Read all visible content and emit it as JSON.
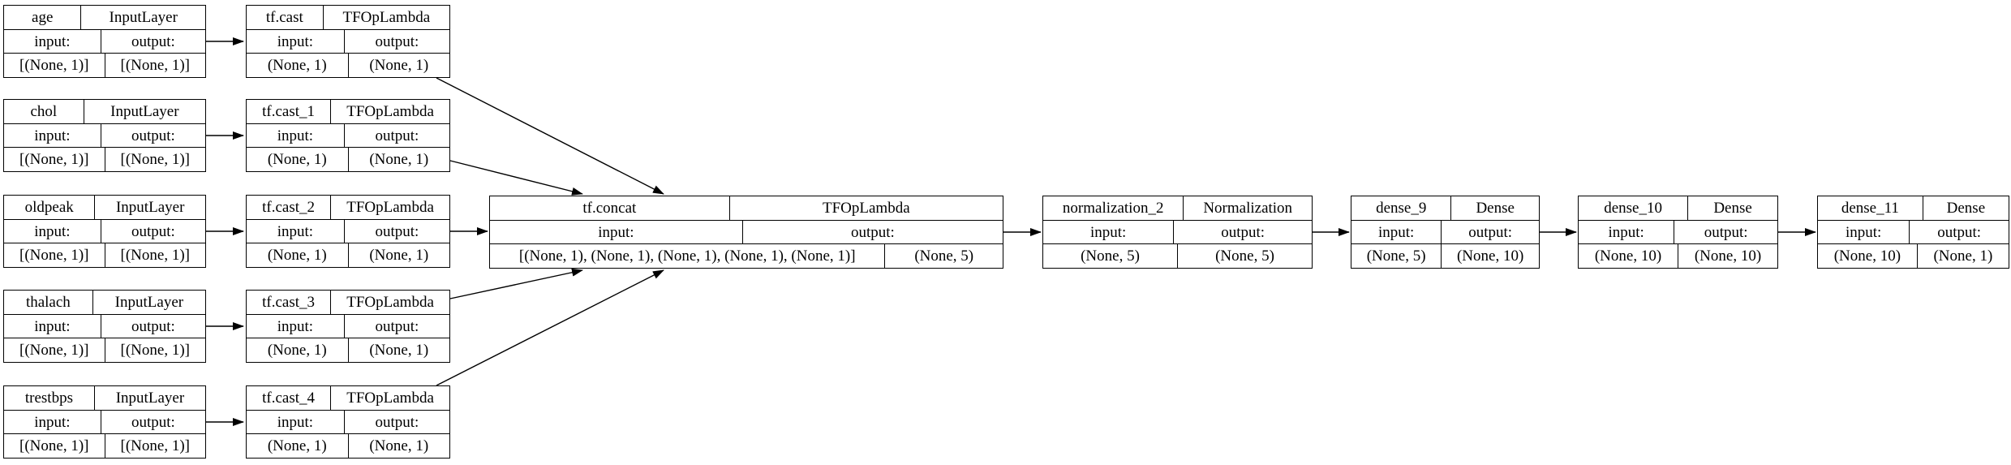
{
  "labels": {
    "input": "input:",
    "output": "output:"
  },
  "nodes": [
    {
      "name": "age",
      "type": "InputLayer",
      "input_shape": "[(None, 1)]",
      "output_shape": "[(None, 1)]"
    },
    {
      "name": "tf.cast",
      "type": "TFOpLambda",
      "input_shape": "(None, 1)",
      "output_shape": "(None, 1)"
    },
    {
      "name": "chol",
      "type": "InputLayer",
      "input_shape": "[(None, 1)]",
      "output_shape": "[(None, 1)]"
    },
    {
      "name": "tf.cast_1",
      "type": "TFOpLambda",
      "input_shape": "(None, 1)",
      "output_shape": "(None, 1)"
    },
    {
      "name": "oldpeak",
      "type": "InputLayer",
      "input_shape": "[(None, 1)]",
      "output_shape": "[(None, 1)]"
    },
    {
      "name": "tf.cast_2",
      "type": "TFOpLambda",
      "input_shape": "(None, 1)",
      "output_shape": "(None, 1)"
    },
    {
      "name": "thalach",
      "type": "InputLayer",
      "input_shape": "[(None, 1)]",
      "output_shape": "[(None, 1)]"
    },
    {
      "name": "tf.cast_3",
      "type": "TFOpLambda",
      "input_shape": "(None, 1)",
      "output_shape": "(None, 1)"
    },
    {
      "name": "trestbps",
      "type": "InputLayer",
      "input_shape": "[(None, 1)]",
      "output_shape": "[(None, 1)]"
    },
    {
      "name": "tf.cast_4",
      "type": "TFOpLambda",
      "input_shape": "(None, 1)",
      "output_shape": "(None, 1)"
    },
    {
      "name": "tf.concat",
      "type": "TFOpLambda",
      "input_shape": "[(None, 1), (None, 1), (None, 1), (None, 1), (None, 1)]",
      "output_shape": "(None, 5)"
    },
    {
      "name": "normalization_2",
      "type": "Normalization",
      "input_shape": "(None, 5)",
      "output_shape": "(None, 5)"
    },
    {
      "name": "dense_9",
      "type": "Dense",
      "input_shape": "(None, 5)",
      "output_shape": "(None, 10)"
    },
    {
      "name": "dense_10",
      "type": "Dense",
      "input_shape": "(None, 10)",
      "output_shape": "(None, 10)"
    },
    {
      "name": "dense_11",
      "type": "Dense",
      "input_shape": "(None, 10)",
      "output_shape": "(None, 1)"
    }
  ],
  "edges": [
    {
      "from": "age",
      "to": "tf.cast"
    },
    {
      "from": "chol",
      "to": "tf.cast_1"
    },
    {
      "from": "oldpeak",
      "to": "tf.cast_2"
    },
    {
      "from": "thalach",
      "to": "tf.cast_3"
    },
    {
      "from": "trestbps",
      "to": "tf.cast_4"
    },
    {
      "from": "tf.cast",
      "to": "tf.concat"
    },
    {
      "from": "tf.cast_1",
      "to": "tf.concat"
    },
    {
      "from": "tf.cast_2",
      "to": "tf.concat"
    },
    {
      "from": "tf.cast_3",
      "to": "tf.concat"
    },
    {
      "from": "tf.cast_4",
      "to": "tf.concat"
    },
    {
      "from": "tf.concat",
      "to": "normalization_2"
    },
    {
      "from": "normalization_2",
      "to": "dense_9"
    },
    {
      "from": "dense_9",
      "to": "dense_10"
    },
    {
      "from": "dense_10",
      "to": "dense_11"
    }
  ],
  "colors": {
    "background": "#ffffff",
    "line": "#000000",
    "text": "#000000"
  }
}
